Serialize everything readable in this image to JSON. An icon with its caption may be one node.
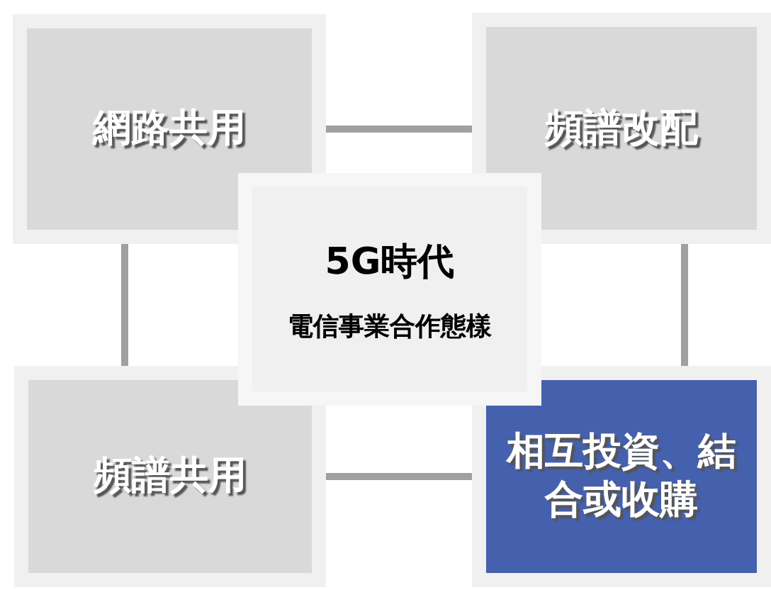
{
  "diagram": {
    "nodes": [
      {
        "text": [
          "網路共用"
        ]
      },
      {
        "text": [
          "頻譜改配"
        ]
      },
      {
        "text": [
          "5G時代",
          "電信事業合作態樣"
        ]
      },
      {
        "text": [
          "頻譜共用"
        ]
      },
      {
        "text": [
          "相互投資、結合或收購"
        ]
      }
    ],
    "edges": [
      {
        "from": 0,
        "to": 1,
        "arrow": "none"
      },
      {
        "from": 0,
        "to": 3,
        "arrow": "none"
      },
      {
        "from": 1,
        "to": 4,
        "arrow": "none"
      },
      {
        "from": 3,
        "to": 4,
        "arrow": "none"
      }
    ]
  }
}
